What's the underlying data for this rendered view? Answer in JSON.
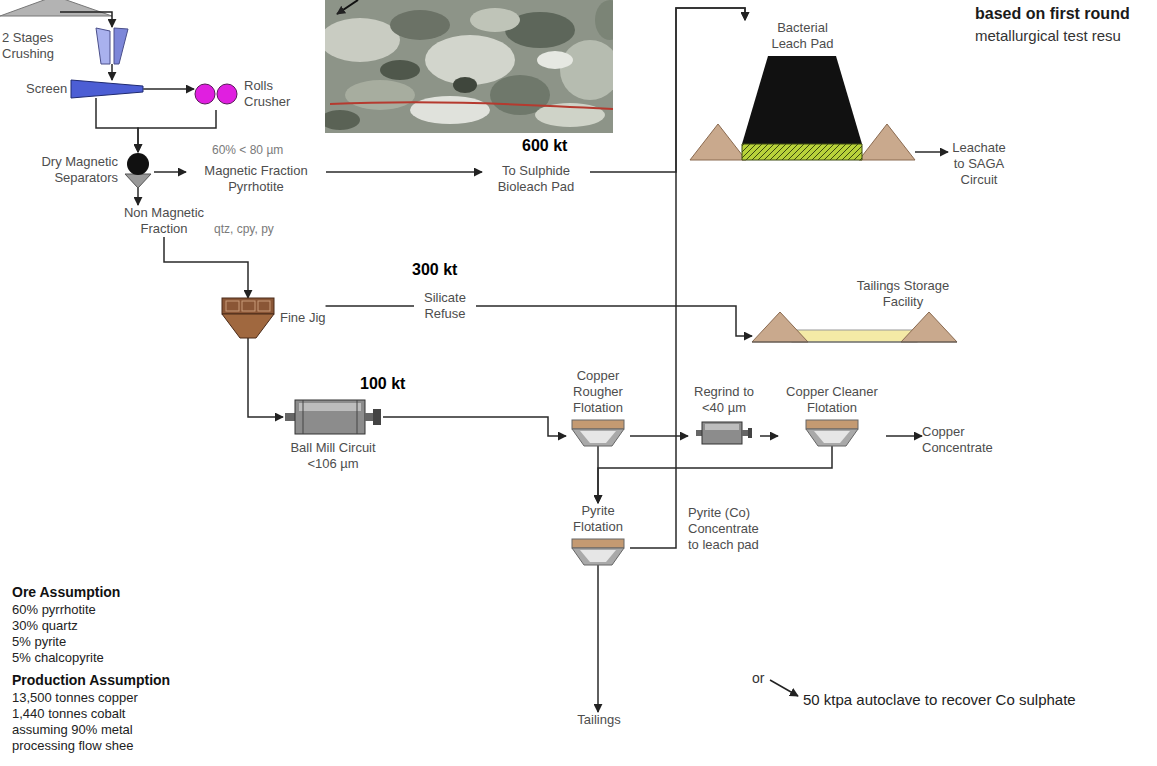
{
  "diagram": {
    "nodes": [
      {
        "text": [
          "2 Stages Crushing"
        ]
      },
      {
        "text": [
          "Screen"
        ]
      },
      {
        "text": [
          "Rolls Crusher"
        ]
      },
      {
        "text": [
          "Dry Magnetic Separators"
        ]
      },
      {
        "text": [
          "Magnetic Fraction Pyrrhotite"
        ]
      },
      {
        "text": [
          "To Sulphide Bioleach Pad"
        ]
      },
      {
        "text": [
          "Bacterial Leach Pad"
        ]
      },
      {
        "text": [
          "Leachate to SAGA Circuit"
        ]
      },
      {
        "text": [
          "Non Magnetic Fraction",
          "qtz, cpy, py"
        ]
      },
      {
        "text": [
          "Fine Jig"
        ]
      },
      {
        "text": [
          "Tailings Storage Facility"
        ]
      },
      {
        "text": [
          "Ball Mill Circuit <106 µm"
        ]
      },
      {
        "text": [
          "Copper Rougher Flotation"
        ]
      },
      {
        "text": [
          "Regrind to <40 µm"
        ]
      },
      {
        "text": [
          "Copper Cleaner Flotation"
        ]
      },
      {
        "text": [
          "Copper Concentrate"
        ]
      },
      {
        "text": [
          "Pyrite Flotation"
        ]
      },
      {
        "text": [
          "Tailings"
        ]
      }
    ],
    "edges": [
      {
        "from": 0,
        "to": 1,
        "arrow": "to"
      },
      {
        "from": 1,
        "to": 2,
        "arrow": "to"
      },
      {
        "from": 1,
        "to": 3,
        "arrow": "to"
      },
      {
        "from": 2,
        "to": 3,
        "arrow": "to"
      },
      {
        "from": 3,
        "to": 4,
        "arrow": "to"
      },
      {
        "from": 4,
        "to": 5,
        "arrow": "to"
      },
      {
        "from": 5,
        "to": 6,
        "arrow": "to"
      },
      {
        "from": 6,
        "to": 7,
        "arrow": "to"
      },
      {
        "from": 3,
        "to": 8,
        "arrow": "to"
      },
      {
        "from": 8,
        "to": 9,
        "arrow": "to"
      },
      {
        "from": 9,
        "to": 10,
        "label": "Silicate Refuse",
        "arrow": "to"
      },
      {
        "from": 9,
        "to": 11,
        "arrow": "to"
      },
      {
        "from": 11,
        "to": 12,
        "arrow": "to"
      },
      {
        "from": 12,
        "to": 13,
        "arrow": "to"
      },
      {
        "from": 13,
        "to": 14,
        "arrow": "to"
      },
      {
        "from": 14,
        "to": 15,
        "arrow": "to"
      },
      {
        "from": 14,
        "to": 16,
        "arrow": "to"
      },
      {
        "from": 12,
        "to": 16,
        "arrow": "to"
      },
      {
        "from": 16,
        "to": 6,
        "arrow": "to"
      },
      {
        "from": 16,
        "to": 17,
        "arrow": "to"
      }
    ],
    "labels": [
      "60% < 80 µm",
      "600 kt",
      "300 kt",
      "100 kt",
      "Pyrite (Co) Concentrate to leach pad",
      "or",
      "50 ktpa autoclave to recover Co sulphate",
      "Ore Assumption",
      "60% pyrrhotite",
      "30% quartz",
      "5% pyrite",
      "5% chalcopyrite",
      "Production Assumption",
      "13,500 tonnes copper",
      "1,440 tonnes cobalt",
      "assuming 90% metal",
      "processing flow shee",
      "based on first round",
      "metallurgical test resu"
    ]
  }
}
